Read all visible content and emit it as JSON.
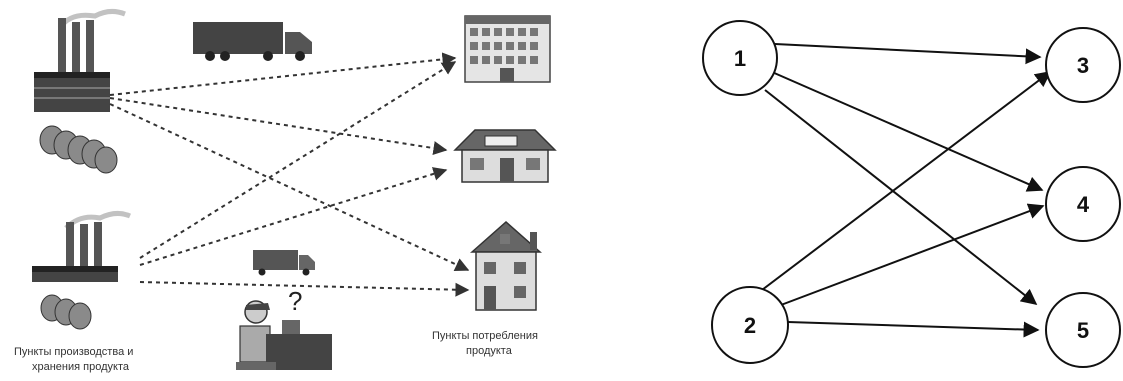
{
  "left_panel": {
    "caption_production_line1": "Пункты производства  и",
    "caption_production_line2": "хранения продукта",
    "caption_consumption_line1": "Пункты потребления",
    "caption_consumption_line2": "продукта",
    "question_mark": "?"
  },
  "graph": {
    "nodes": [
      {
        "id": "1",
        "label": "1"
      },
      {
        "id": "2",
        "label": "2"
      },
      {
        "id": "3",
        "label": "3"
      },
      {
        "id": "4",
        "label": "4"
      },
      {
        "id": "5",
        "label": "5"
      }
    ],
    "edges": [
      {
        "from": "1",
        "to": "3"
      },
      {
        "from": "1",
        "to": "4"
      },
      {
        "from": "1",
        "to": "5"
      },
      {
        "from": "2",
        "to": "3"
      },
      {
        "from": "2",
        "to": "4"
      },
      {
        "from": "2",
        "to": "5"
      }
    ]
  }
}
